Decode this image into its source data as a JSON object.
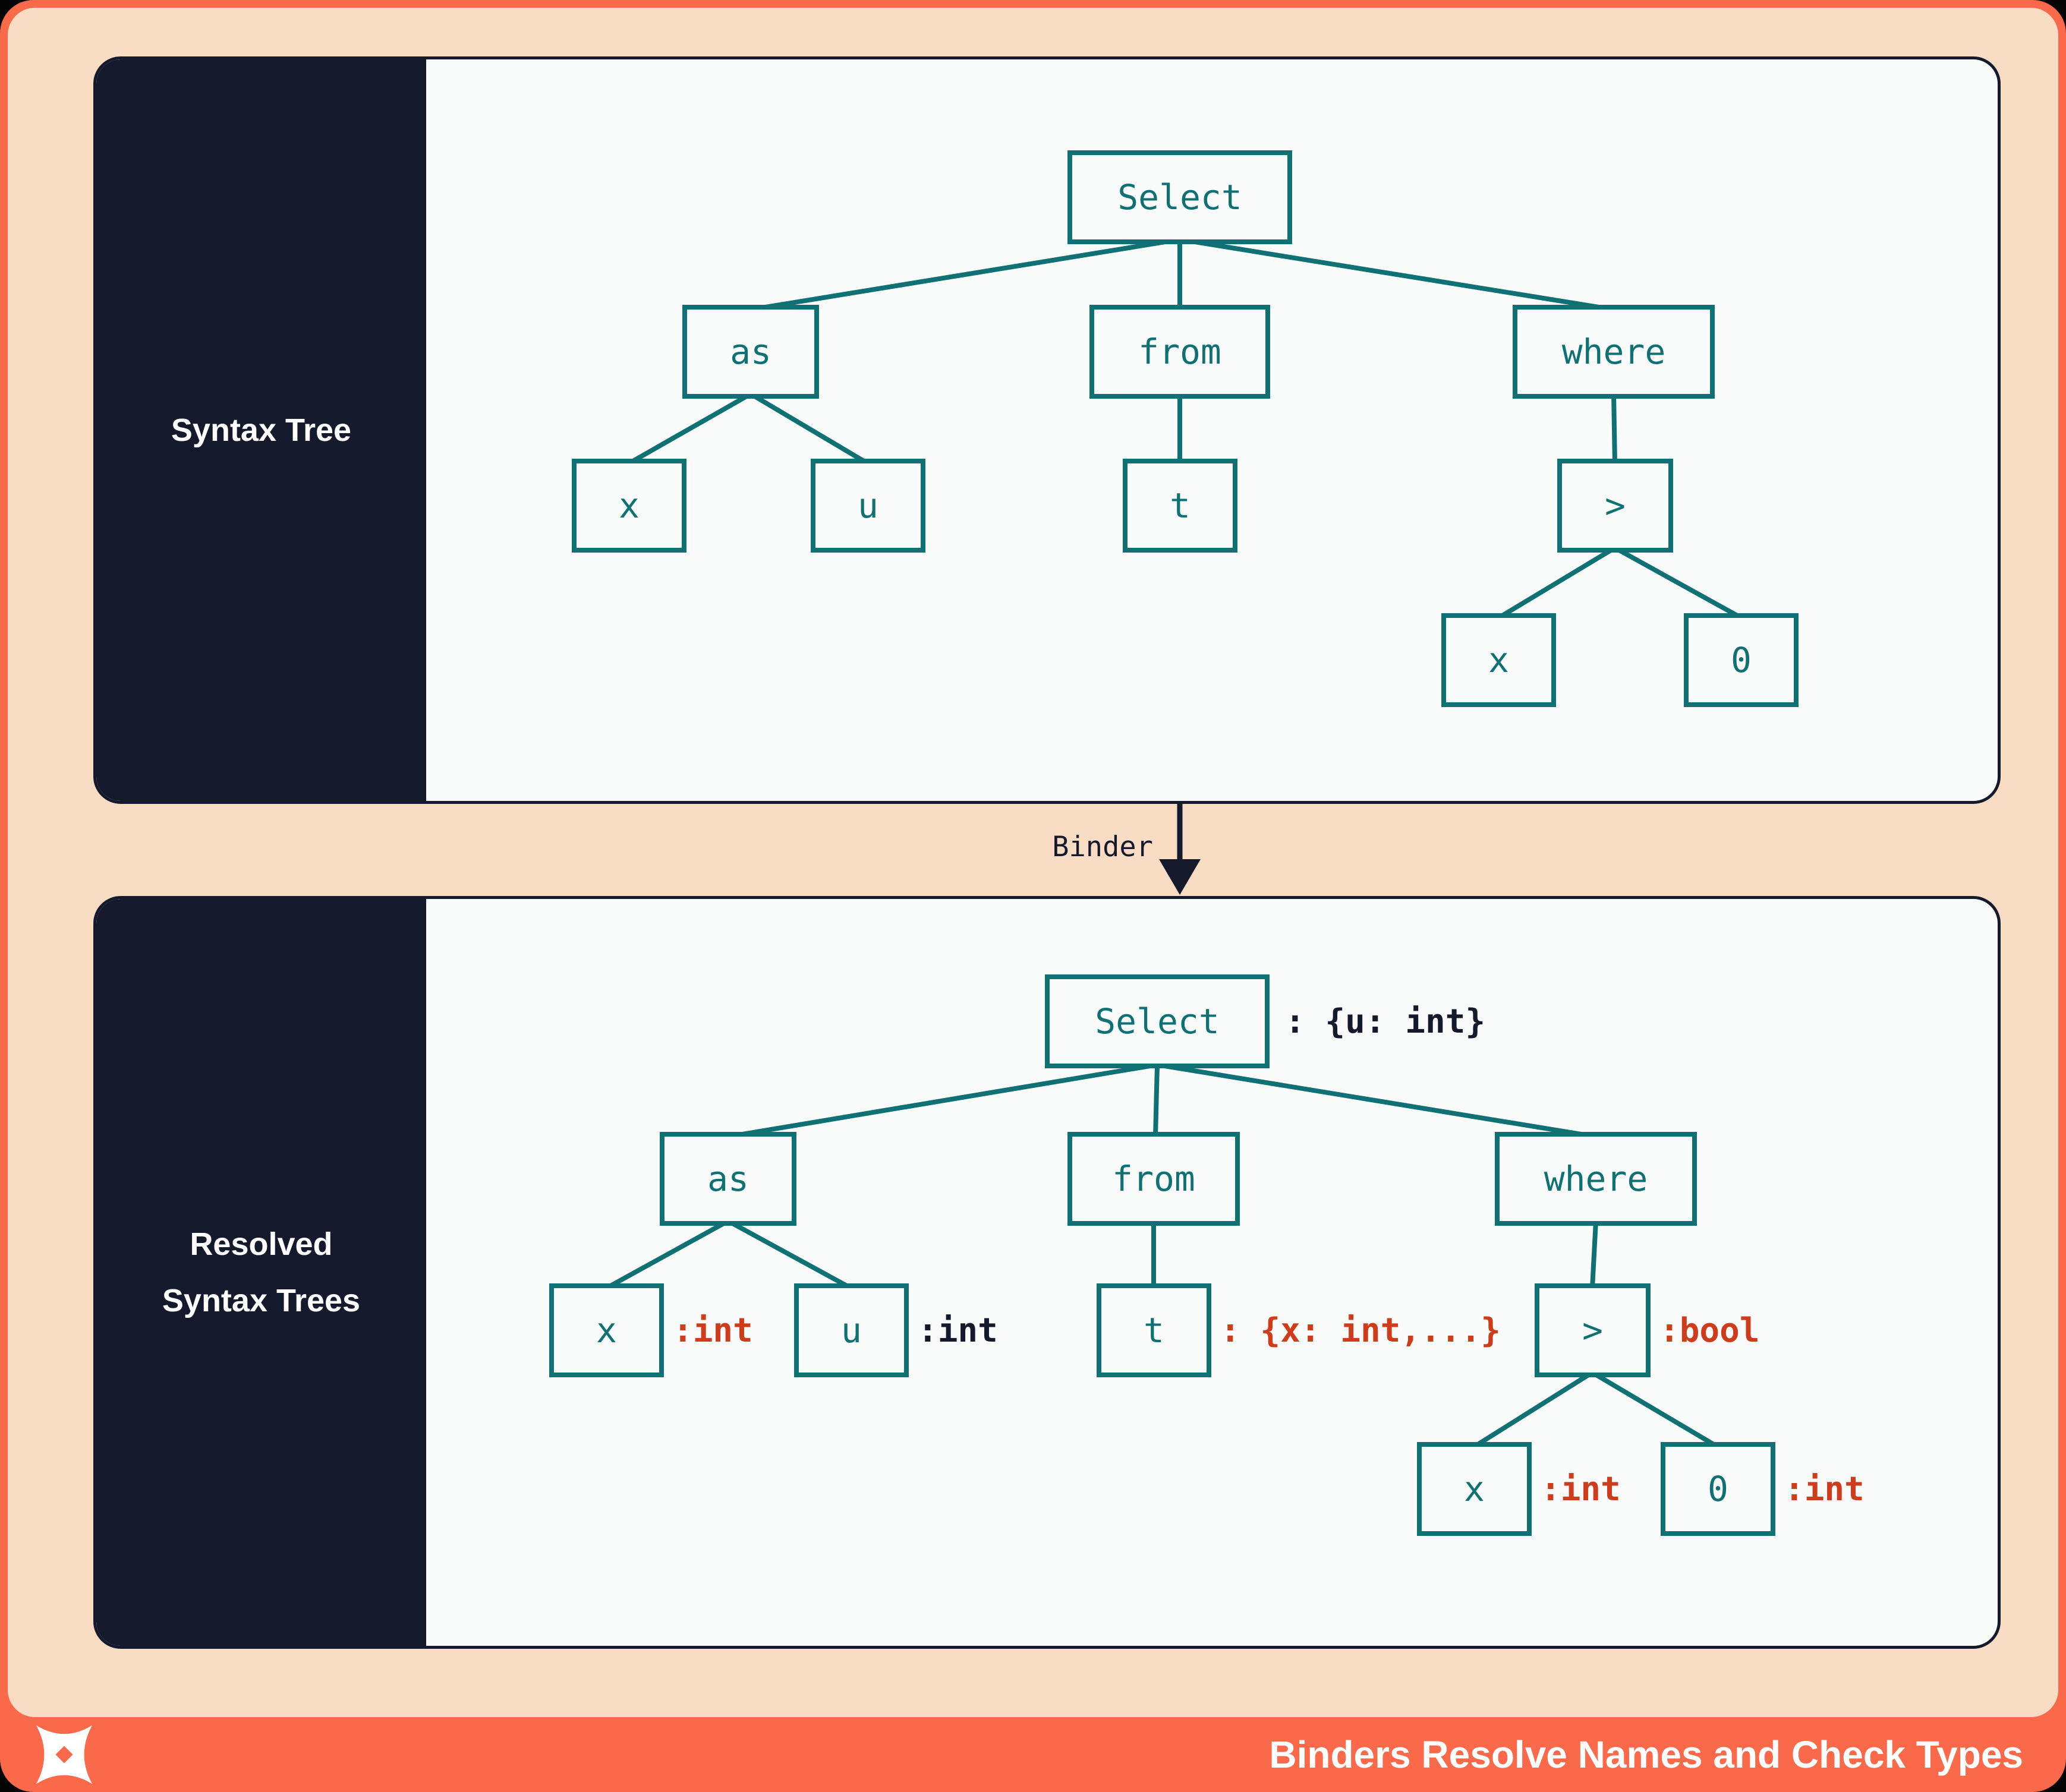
{
  "panel_top": {
    "sidebar_label": "Syntax Tree"
  },
  "panel_bottom": {
    "sidebar_label_line1": "Resolved",
    "sidebar_label_line2": "Syntax Trees"
  },
  "binder": {
    "label": "Binder",
    "arrow_icon": "down-arrow-icon"
  },
  "syntax_tree": {
    "select": "Select",
    "as_node": "as",
    "from_node": "from",
    "where_node": "where",
    "x1": "x",
    "u": "u",
    "t": "t",
    "gt": ">",
    "x2": "x",
    "zero": "0",
    "edges": [
      [
        "Select",
        "as"
      ],
      [
        "Select",
        "from"
      ],
      [
        "Select",
        "where"
      ],
      [
        "as",
        "x"
      ],
      [
        "as",
        "u"
      ],
      [
        "from",
        "t"
      ],
      [
        "where",
        ">"
      ],
      [
        ">",
        "x"
      ],
      [
        ">",
        "0"
      ]
    ]
  },
  "resolved_tree": {
    "select": "Select",
    "select_type": ": {u: int}",
    "as_node": "as",
    "from_node": "from",
    "where_node": "where",
    "x1": "x",
    "x1_type": ":int",
    "u": "u",
    "u_type": ":int",
    "t": "t",
    "t_type": ": {x: int,...}",
    "gt": ">",
    "gt_type": ":bool",
    "x2": "x",
    "x2_type": ":int",
    "zero": "0",
    "zero_type": ":int",
    "edges": [
      [
        "Select",
        "as"
      ],
      [
        "Select",
        "from"
      ],
      [
        "Select",
        "where"
      ],
      [
        "as",
        "x"
      ],
      [
        "as",
        "u"
      ],
      [
        "from",
        "t"
      ],
      [
        "where",
        ">"
      ],
      [
        ">",
        "x"
      ],
      [
        ">",
        "0"
      ]
    ]
  },
  "footer": {
    "title": "Binders Resolve Names and Check Types",
    "logo_icon": "x-star-logo"
  },
  "colors": {
    "teal": "#0f7173",
    "navy": "#141a2b",
    "red": "#cf3c1b",
    "peach": "#f8dcc3",
    "coral": "#f9694a",
    "panel_bg": "#f9fafa"
  }
}
